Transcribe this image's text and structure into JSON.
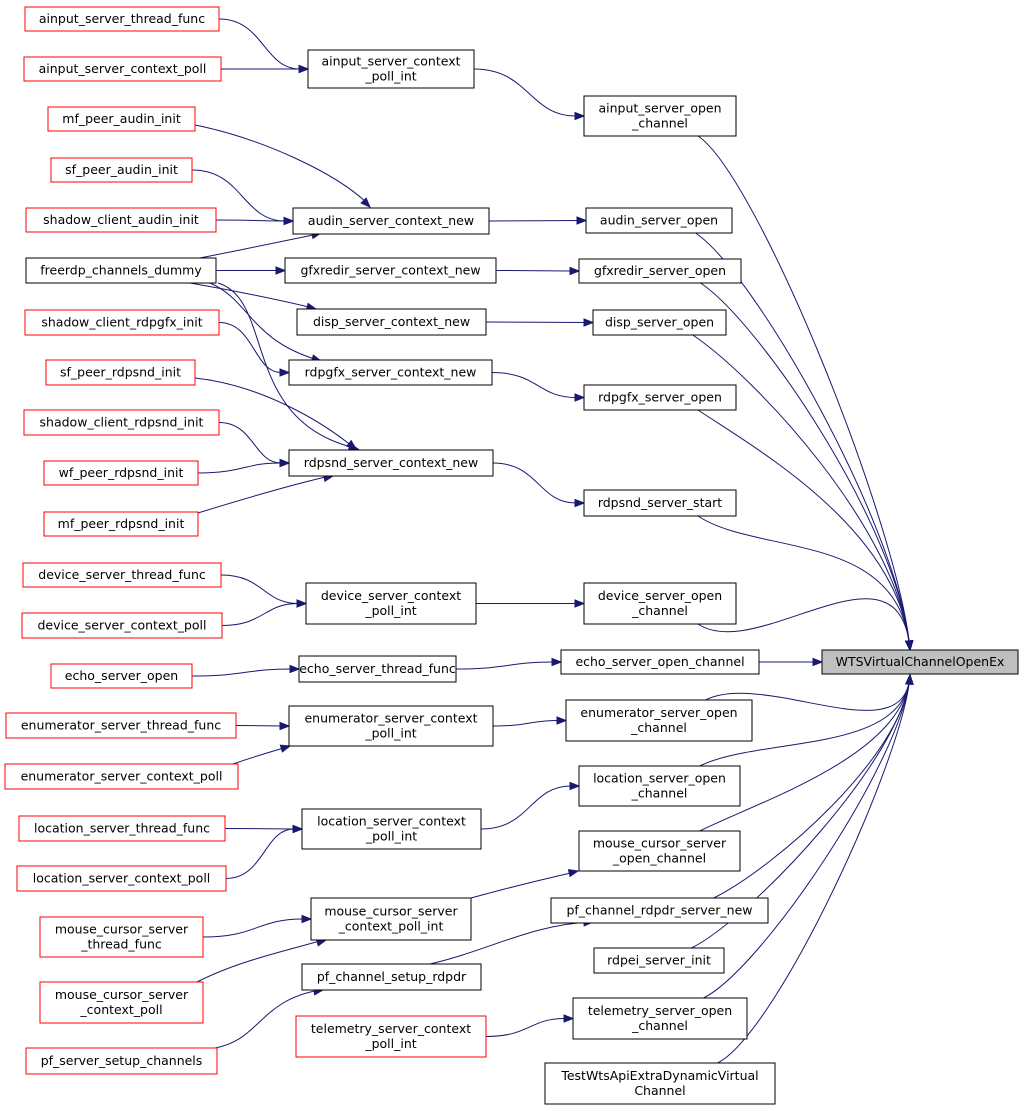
{
  "title": "",
  "colors": {
    "edge": "#191970",
    "caller_border_red": "#ff0000",
    "caller_border_black": "#000000",
    "target_fill": "#bfbfbf"
  },
  "nodes": {
    "ainput_server_thread_func": [
      "ainput_server_thread_func"
    ],
    "ainput_server_context_poll": [
      "ainput_server_context_poll"
    ],
    "ainput_server_context_poll_int": [
      "ainput_server_context",
      "_poll_int"
    ],
    "ainput_server_open_channel": [
      "ainput_server_open",
      "_channel"
    ],
    "mf_peer_audin_init": [
      "mf_peer_audin_init"
    ],
    "sf_peer_audin_init": [
      "sf_peer_audin_init"
    ],
    "shadow_client_audin_init": [
      "shadow_client_audin_init"
    ],
    "audin_server_context_new": [
      "audin_server_context_new"
    ],
    "audin_server_open": [
      "audin_server_open"
    ],
    "freerdp_channels_dummy": [
      "freerdp_channels_dummy"
    ],
    "gfxredir_server_context_new": [
      "gfxredir_server_context_new"
    ],
    "gfxredir_server_open": [
      "gfxredir_server_open"
    ],
    "disp_server_context_new": [
      "disp_server_context_new"
    ],
    "disp_server_open": [
      "disp_server_open"
    ],
    "shadow_client_rdpgfx_init": [
      "shadow_client_rdpgfx_init"
    ],
    "rdpgfx_server_context_new": [
      "rdpgfx_server_context_new"
    ],
    "rdpgfx_server_open": [
      "rdpgfx_server_open"
    ],
    "sf_peer_rdpsnd_init": [
      "sf_peer_rdpsnd_init"
    ],
    "shadow_client_rdpsnd_init": [
      "shadow_client_rdpsnd_init"
    ],
    "wf_peer_rdpsnd_init": [
      "wf_peer_rdpsnd_init"
    ],
    "rdpsnd_server_context_new": [
      "rdpsnd_server_context_new"
    ],
    "rdpsnd_server_start": [
      "rdpsnd_server_start"
    ],
    "mf_peer_rdpsnd_init": [
      "mf_peer_rdpsnd_init"
    ],
    "device_server_thread_func": [
      "device_server_thread_func"
    ],
    "device_server_context_poll": [
      "device_server_context_poll"
    ],
    "device_server_context_poll_int": [
      "device_server_context",
      "_poll_int"
    ],
    "device_server_open_channel": [
      "device_server_open",
      "_channel"
    ],
    "echo_server_open": [
      "echo_server_open"
    ],
    "echo_server_thread_func": [
      "echo_server_thread_func"
    ],
    "echo_server_open_channel": [
      "echo_server_open_channel"
    ],
    "WTSVirtualChannelOpenEx": [
      "WTSVirtualChannelOpenEx"
    ],
    "enumerator_server_thread_func": [
      "enumerator_server_thread_func"
    ],
    "enumerator_server_context_poll": [
      "enumerator_server_context_poll"
    ],
    "enumerator_server_context_poll_int": [
      "enumerator_server_context",
      "_poll_int"
    ],
    "enumerator_server_open_channel": [
      "enumerator_server_open",
      "_channel"
    ],
    "location_server_open_channel": [
      "location_server_open",
      "_channel"
    ],
    "location_server_thread_func": [
      "location_server_thread_func"
    ],
    "location_server_context_poll": [
      "location_server_context_poll"
    ],
    "location_server_context_poll_int": [
      "location_server_context",
      "_poll_int"
    ],
    "mouse_cursor_server_open_channel": [
      "mouse_cursor_server",
      "_open_channel"
    ],
    "pf_channel_rdpdr_server_new": [
      "pf_channel_rdpdr_server_new"
    ],
    "mouse_cursor_server_thread_func": [
      "mouse_cursor_server",
      "_thread_func"
    ],
    "mouse_cursor_server_context_poll_int": [
      "mouse_cursor_server",
      "_context_poll_int"
    ],
    "rdpei_server_init": [
      "rdpei_server_init"
    ],
    "pf_channel_setup_rdpdr": [
      "pf_channel_setup_rdpdr"
    ],
    "mouse_cursor_server_context_poll": [
      "mouse_cursor_server",
      "_context_poll"
    ],
    "telemetry_server_context_poll_int": [
      "telemetry_server_context",
      "_poll_int"
    ],
    "telemetry_server_open_channel": [
      "telemetry_server_open",
      "_channel"
    ],
    "pf_server_setup_channels": [
      "pf_server_setup_channels"
    ],
    "TestWtsApiExtraDynamicVirtualChannel": [
      "TestWtsApiExtraDynamicVirtual",
      "Channel"
    ]
  },
  "edges": [
    [
      "ainput_server_thread_func",
      "ainput_server_context_poll_int"
    ],
    [
      "ainput_server_context_poll",
      "ainput_server_context_poll_int"
    ],
    [
      "ainput_server_context_poll_int",
      "ainput_server_open_channel"
    ],
    [
      "ainput_server_open_channel",
      "WTSVirtualChannelOpenEx"
    ],
    [
      "mf_peer_audin_init",
      "audin_server_context_new"
    ],
    [
      "sf_peer_audin_init",
      "audin_server_context_new"
    ],
    [
      "shadow_client_audin_init",
      "audin_server_context_new"
    ],
    [
      "freerdp_channels_dummy",
      "audin_server_context_new"
    ],
    [
      "audin_server_context_new",
      "audin_server_open"
    ],
    [
      "audin_server_open",
      "WTSVirtualChannelOpenEx"
    ],
    [
      "freerdp_channels_dummy",
      "gfxredir_server_context_new"
    ],
    [
      "gfxredir_server_context_new",
      "gfxredir_server_open"
    ],
    [
      "gfxredir_server_open",
      "WTSVirtualChannelOpenEx"
    ],
    [
      "freerdp_channels_dummy",
      "disp_server_context_new"
    ],
    [
      "disp_server_context_new",
      "disp_server_open"
    ],
    [
      "disp_server_open",
      "WTSVirtualChannelOpenEx"
    ],
    [
      "freerdp_channels_dummy",
      "rdpgfx_server_context_new"
    ],
    [
      "shadow_client_rdpgfx_init",
      "rdpgfx_server_context_new"
    ],
    [
      "rdpgfx_server_context_new",
      "rdpgfx_server_open"
    ],
    [
      "rdpgfx_server_open",
      "WTSVirtualChannelOpenEx"
    ],
    [
      "freerdp_channels_dummy",
      "rdpsnd_server_context_new"
    ],
    [
      "sf_peer_rdpsnd_init",
      "rdpsnd_server_context_new"
    ],
    [
      "shadow_client_rdpsnd_init",
      "rdpsnd_server_context_new"
    ],
    [
      "wf_peer_rdpsnd_init",
      "rdpsnd_server_context_new"
    ],
    [
      "mf_peer_rdpsnd_init",
      "rdpsnd_server_context_new"
    ],
    [
      "rdpsnd_server_context_new",
      "rdpsnd_server_start"
    ],
    [
      "rdpsnd_server_start",
      "WTSVirtualChannelOpenEx"
    ],
    [
      "device_server_thread_func",
      "device_server_context_poll_int"
    ],
    [
      "device_server_context_poll",
      "device_server_context_poll_int"
    ],
    [
      "device_server_context_poll_int",
      "device_server_open_channel"
    ],
    [
      "device_server_open_channel",
      "WTSVirtualChannelOpenEx"
    ],
    [
      "echo_server_open",
      "echo_server_thread_func"
    ],
    [
      "echo_server_thread_func",
      "echo_server_open_channel"
    ],
    [
      "echo_server_open_channel",
      "WTSVirtualChannelOpenEx"
    ],
    [
      "enumerator_server_thread_func",
      "enumerator_server_context_poll_int"
    ],
    [
      "enumerator_server_context_poll",
      "enumerator_server_context_poll_int"
    ],
    [
      "enumerator_server_context_poll_int",
      "enumerator_server_open_channel"
    ],
    [
      "enumerator_server_open_channel",
      "WTSVirtualChannelOpenEx"
    ],
    [
      "location_server_thread_func",
      "location_server_context_poll_int"
    ],
    [
      "location_server_context_poll",
      "location_server_context_poll_int"
    ],
    [
      "location_server_context_poll_int",
      "location_server_open_channel"
    ],
    [
      "location_server_open_channel",
      "WTSVirtualChannelOpenEx"
    ],
    [
      "mouse_cursor_server_thread_func",
      "mouse_cursor_server_context_poll_int"
    ],
    [
      "mouse_cursor_server_context_poll",
      "mouse_cursor_server_context_poll_int"
    ],
    [
      "mouse_cursor_server_context_poll_int",
      "mouse_cursor_server_open_channel"
    ],
    [
      "mouse_cursor_server_open_channel",
      "WTSVirtualChannelOpenEx"
    ],
    [
      "pf_channel_setup_rdpdr",
      "pf_channel_rdpdr_server_new"
    ],
    [
      "pf_server_setup_channels",
      "pf_channel_setup_rdpdr"
    ],
    [
      "pf_channel_rdpdr_server_new",
      "WTSVirtualChannelOpenEx"
    ],
    [
      "rdpei_server_init",
      "WTSVirtualChannelOpenEx"
    ],
    [
      "telemetry_server_context_poll_int",
      "telemetry_server_open_channel"
    ],
    [
      "telemetry_server_open_channel",
      "WTSVirtualChannelOpenEx"
    ],
    [
      "TestWtsApiExtraDynamicVirtualChannel",
      "WTSVirtualChannelOpenEx"
    ]
  ]
}
